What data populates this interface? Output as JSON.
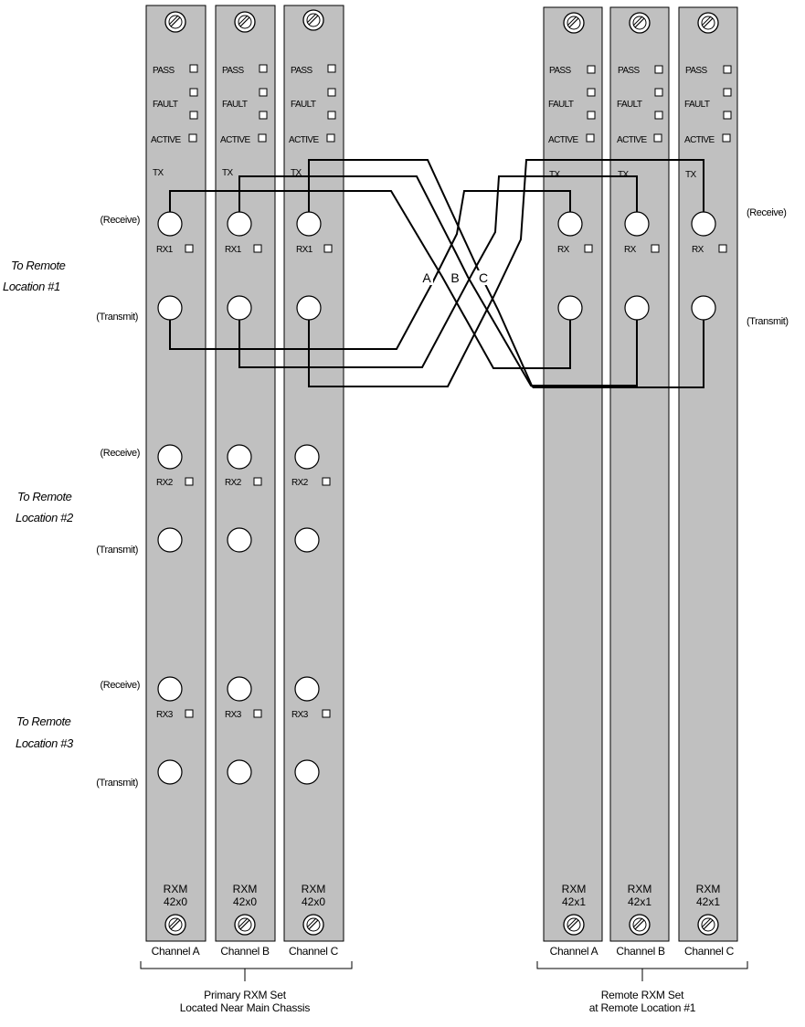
{
  "primary_set": {
    "caption_line1": "Primary RXM Set",
    "caption_line2": "Located Near Main Chassis",
    "modules": [
      {
        "channel": "Channel A",
        "model_line1": "RXM",
        "model_line2": "42x0",
        "rx_labels": [
          "RX1",
          "RX2",
          "RX3"
        ]
      },
      {
        "channel": "Channel B",
        "model_line1": "RXM",
        "model_line2": "42x0",
        "rx_labels": [
          "RX1",
          "RX2",
          "RX3"
        ]
      },
      {
        "channel": "Channel C",
        "model_line1": "RXM",
        "model_line2": "42x0",
        "rx_labels": [
          "RX1",
          "RX2",
          "RX3"
        ]
      }
    ]
  },
  "remote_set": {
    "caption_line1": "Remote RXM Set",
    "caption_line2": "at Remote Location #1",
    "modules": [
      {
        "channel": "Channel A",
        "model_line1": "RXM",
        "model_line2": "42x1",
        "rx_label": "RX"
      },
      {
        "channel": "Channel B",
        "model_line1": "RXM",
        "model_line2": "42x1",
        "rx_label": "RX"
      },
      {
        "channel": "Channel C",
        "model_line1": "RXM",
        "model_line2": "42x1",
        "rx_label": "RX"
      }
    ]
  },
  "status_labels": {
    "pass": "PASS",
    "fault": "FAULT",
    "active": "ACTIVE",
    "tx": "TX"
  },
  "port_labels": {
    "receive": "(Receive)",
    "transmit": "(Transmit)"
  },
  "remote_locations": [
    {
      "line1": "To Remote",
      "line2": "Location #1"
    },
    {
      "line1": "To Remote",
      "line2": "Location #2"
    },
    {
      "line1": "To Remote",
      "line2": "Location #3"
    }
  ],
  "crossover_labels": [
    "A",
    "B",
    "C"
  ],
  "colors": {
    "panel": "#c0c0c0",
    "outline": "#000000",
    "background": "#ffffff"
  }
}
